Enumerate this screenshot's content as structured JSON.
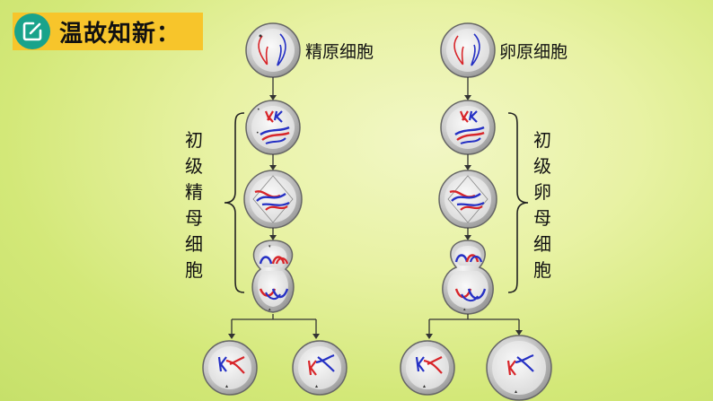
{
  "header": {
    "title": "温故知新："
  },
  "diagram": {
    "left_top_label": "精原细胞",
    "right_top_label": "卵原细胞",
    "left_side_label": [
      "初",
      "级",
      "精",
      "母",
      "细",
      "胞"
    ],
    "right_side_label": [
      "初",
      "级",
      "卵",
      "母",
      "细",
      "胞"
    ]
  },
  "colors": {
    "maternal": "#d8252a",
    "paternal": "#2530c4",
    "cell_fill": "#c9c9c9",
    "title_bg": "#f7c52b",
    "icon_bg": "#19a38b"
  }
}
